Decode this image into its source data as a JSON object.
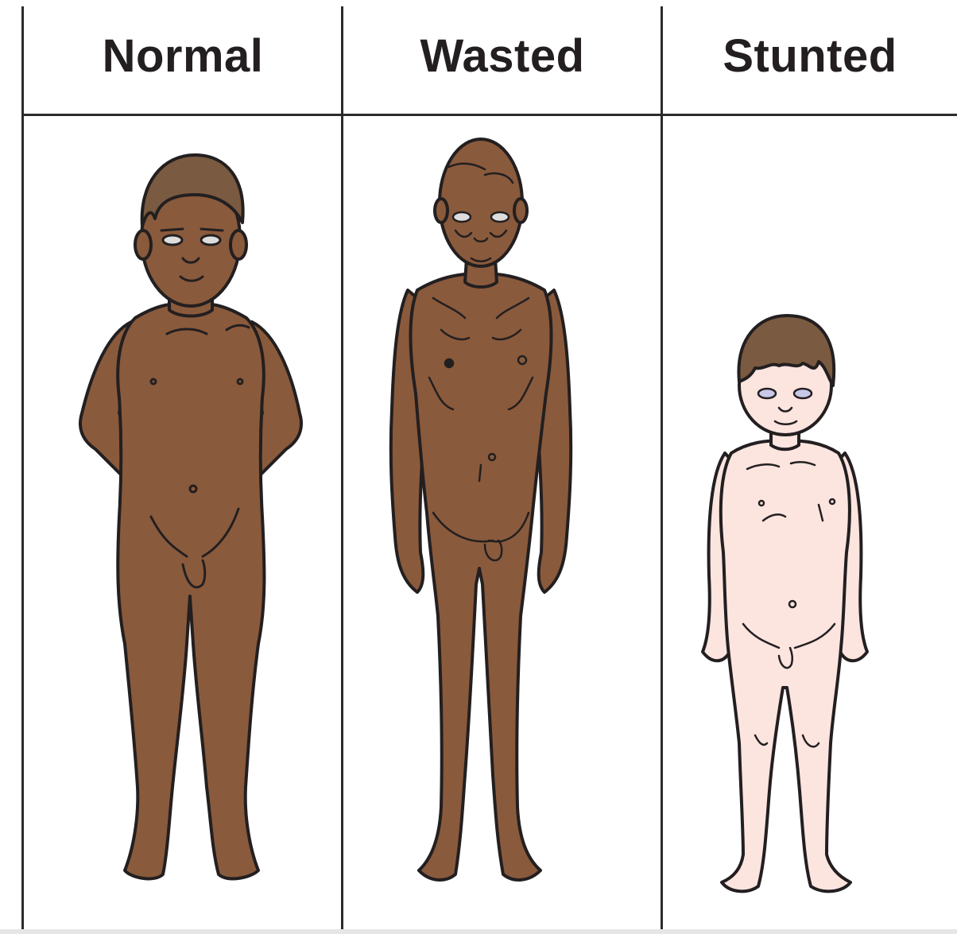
{
  "columns": [
    {
      "label": "Normal"
    },
    {
      "label": "Wasted"
    },
    {
      "label": "Stunted"
    }
  ],
  "colors": {
    "line": "#231f20",
    "skin_normal": "#8a5a3c",
    "skin_wasted": "#8a5a3c",
    "skin_stunted": "#fce4df",
    "hair": "#7a5a40"
  },
  "icons": [
    "normal-child-figure",
    "wasted-child-figure",
    "stunted-child-figure"
  ]
}
